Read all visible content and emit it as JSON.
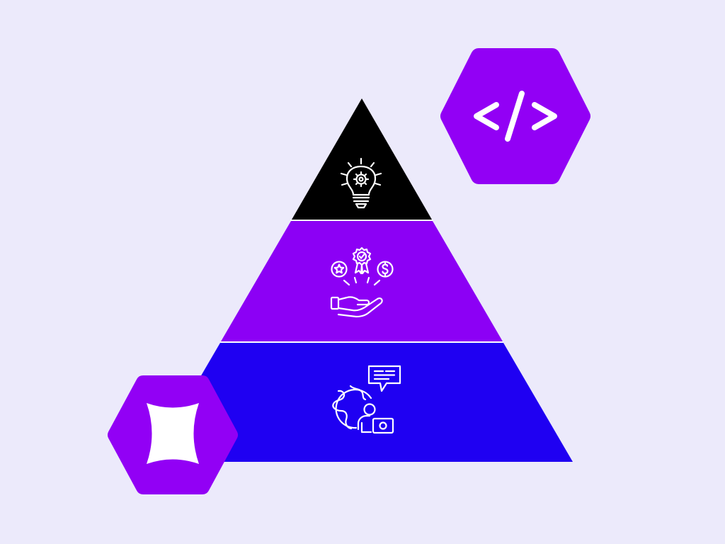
{
  "colors": {
    "background": "#ECEAFB",
    "tier_top": "#000000",
    "tier_middle": "#8C00F5",
    "tier_bottom": "#1F00F2",
    "badge": "#9200F5",
    "icon_stroke": "#FFFFFF",
    "divider": "#FFFFFF"
  },
  "pyramid": {
    "tiers": [
      {
        "position": "top",
        "icon": "lightbulb-gear-icon",
        "color": "#000000"
      },
      {
        "position": "middle",
        "icon": "hand-rewards-icon",
        "color": "#8C00F5"
      },
      {
        "position": "bottom",
        "icon": "globe-remote-worker-icon",
        "color": "#1F00F2"
      }
    ]
  },
  "badges": [
    {
      "position": "top-right",
      "icon": "code-brackets-icon",
      "glyph": "</>"
    },
    {
      "position": "bottom-left",
      "icon": "four-point-star-icon"
    }
  ]
}
